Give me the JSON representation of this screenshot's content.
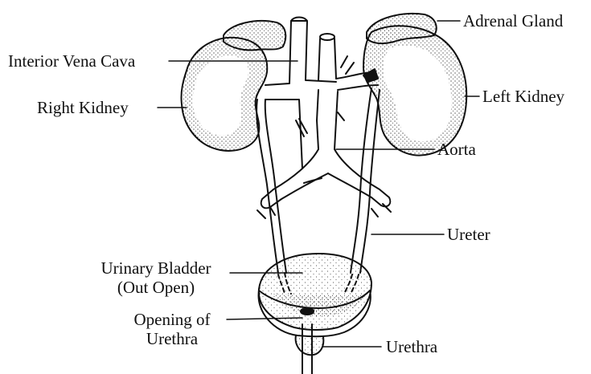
{
  "labels": {
    "adrenal_gland": "Adrenal Gland",
    "interior_vena_cava": "Interior Vena Cava",
    "right_kidney": "Right Kidney",
    "left_kidney": "Left Kidney",
    "aorta": "Aorta",
    "ureter": "Ureter",
    "urinary_bladder_line1": "Urinary Bladder",
    "urinary_bladder_line2": "(Out Open)",
    "opening_urethra_line1": "Opening of",
    "opening_urethra_line2": "Urethra",
    "urethra": "Urethra"
  },
  "colors": {
    "ink": "#111111",
    "background": "#ffffff"
  }
}
